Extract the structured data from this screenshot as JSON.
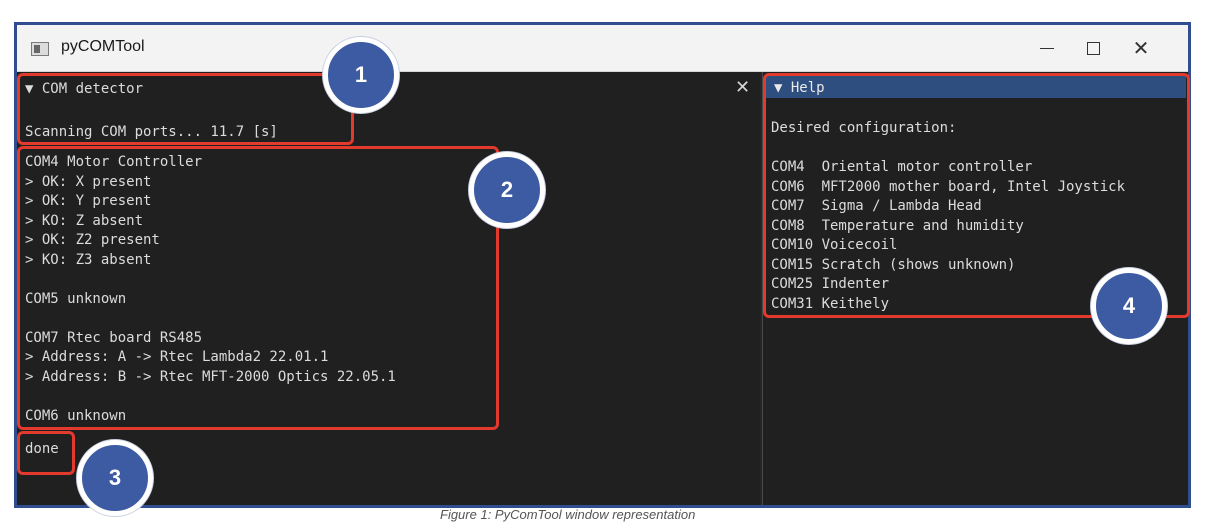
{
  "window": {
    "title": "pyCOMTool",
    "app_icon": "app-window-icon",
    "controls": {
      "minimize_icon": "minimize-icon",
      "maximize_icon": "maximize-icon",
      "close_icon": "close-icon",
      "close_glyph": "✕"
    }
  },
  "detector": {
    "header": "▼ COM detector",
    "close_glyph": "✕",
    "scan_status": "Scanning COM ports... 11.7 [s]",
    "results": [
      "COM4 Motor Controller",
      "> OK: X present",
      "> OK: Y present",
      "> KO: Z absent",
      "> OK: Z2 present",
      "> KO: Z3 absent",
      "",
      "COM5 unknown",
      "",
      "COM7 Rtec board RS485",
      "> Address: A -> Rtec Lambda2 22.01.1",
      "> Address: B -> Rtec MFT-2000 Optics 22.05.1",
      "",
      "COM6 unknown"
    ],
    "done_text": "done"
  },
  "help": {
    "header": "▼ Help",
    "lines": [
      "Desired configuration:",
      "",
      "COM4  Oriental motor controller",
      "COM6  MFT2000 mother board, Intel Joystick",
      "COM7  Sigma / Lambda Head",
      "COM8  Temperature and humidity",
      "COM10 Voicecoil",
      "COM15 Scratch (shows unknown)",
      "COM25 Indenter",
      "COM31 Keithely"
    ]
  },
  "annotations": {
    "highlight_color": "#e23a2c",
    "badge_color": "#3c5ba2",
    "badges": [
      "1",
      "2",
      "3",
      "4"
    ]
  },
  "caption": "Figure 1: PyComTool window representation"
}
